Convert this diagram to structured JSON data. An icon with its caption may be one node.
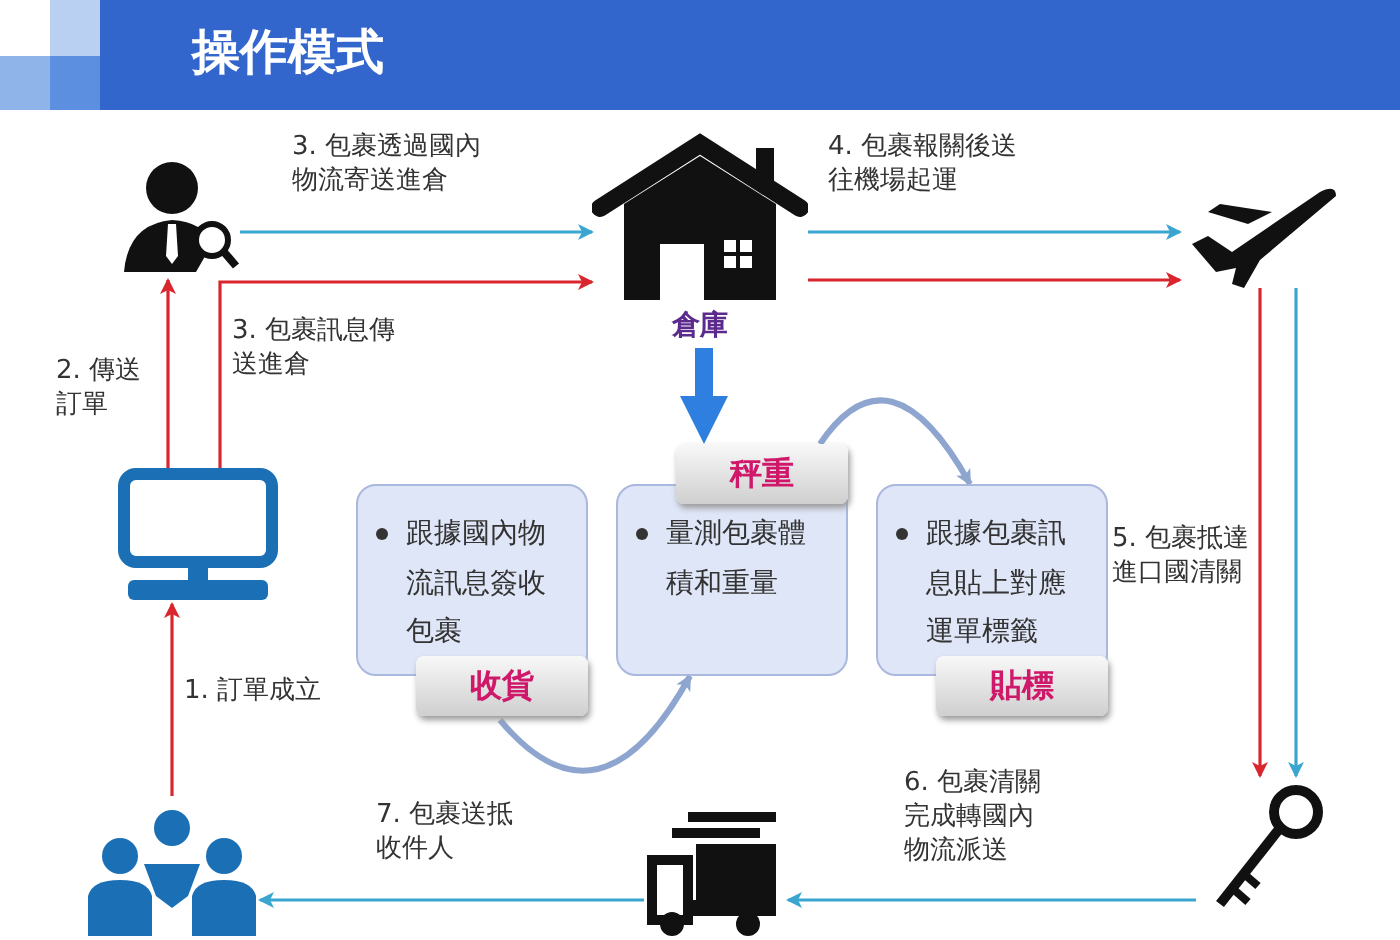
{
  "diagram": {
    "title": "操作模式",
    "nodes": [
      {
        "text": [],
        "shape": "person"
      },
      {
        "text": [
          "倉庫"
        ]
      },
      {
        "text": [],
        "shape": "plane"
      },
      {
        "text": [],
        "shape": "key"
      },
      {
        "text": [],
        "shape": "truck"
      },
      {
        "text": [],
        "shape": "people"
      },
      {
        "text": [],
        "shape": "computer"
      },
      {
        "text": [
          "跟據國內物流訊息簽收包裹",
          "收貨"
        ]
      },
      {
        "text": [
          "秤重",
          "量測包裹體積和重量"
        ]
      },
      {
        "text": [
          "跟據包裹訊息貼上對應運單標籤",
          "貼標"
        ]
      }
    ],
    "edges": [
      {
        "from": 5,
        "to": 6,
        "arrow": "to",
        "label": "1. 訂單成立",
        "color": "#d9262e"
      },
      {
        "from": 6,
        "to": 0,
        "arrow": "to",
        "label": "2. 傳送訂單",
        "color": "#d9262e"
      },
      {
        "from": 0,
        "to": 1,
        "arrow": "to",
        "label": "3. 包裹透過國內物流寄送進倉",
        "color": "#3aa6cf"
      },
      {
        "from": 6,
        "to": 1,
        "arrow": "to",
        "label": "3. 包裹訊息傳送進倉",
        "color": "#d9262e"
      },
      {
        "from": 1,
        "to": 2,
        "arrow": "to",
        "label": "4. 包裹報關後送往機場起運",
        "color": "#3aa6cf"
      },
      {
        "from": 1,
        "to": 2,
        "arrow": "to",
        "color": "#d9262e"
      },
      {
        "from": 2,
        "to": 3,
        "arrow": "to",
        "label": "5. 包裹抵達進口國清關",
        "color": "#d9262e"
      },
      {
        "from": 2,
        "to": 3,
        "arrow": "to",
        "color": "#3aa6cf"
      },
      {
        "from": 3,
        "to": 4,
        "arrow": "to",
        "label": "6. 包裹清關完成轉國內物流派送",
        "color": "#3aa6cf"
      },
      {
        "from": 4,
        "to": 5,
        "arrow": "to",
        "label": "7. 包裹送抵收件人",
        "color": "#3aa6cf"
      },
      {
        "from": 1,
        "to": 8,
        "arrow": "to",
        "style": "thick",
        "color": "#2f7fe0"
      },
      {
        "from": 7,
        "to": 8,
        "arrow": "to",
        "color": "#8ea6cf"
      },
      {
        "from": 8,
        "to": 9,
        "arrow": "to",
        "color": "#8ea6cf"
      }
    ]
  }
}
